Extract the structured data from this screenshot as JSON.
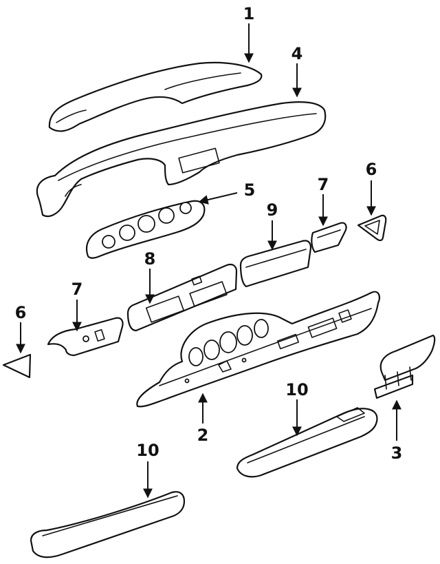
{
  "callouts": [
    {
      "id": "c1",
      "label": "1"
    },
    {
      "id": "c4",
      "label": "4"
    },
    {
      "id": "c5",
      "label": "5"
    },
    {
      "id": "c6r",
      "label": "6"
    },
    {
      "id": "c7r",
      "label": "7"
    },
    {
      "id": "c9",
      "label": "9"
    },
    {
      "id": "c8",
      "label": "8"
    },
    {
      "id": "c7l",
      "label": "7"
    },
    {
      "id": "c6l",
      "label": "6"
    },
    {
      "id": "c10r",
      "label": "10"
    },
    {
      "id": "c2",
      "label": "2"
    },
    {
      "id": "c3",
      "label": "3"
    },
    {
      "id": "c10l",
      "label": "10"
    }
  ],
  "colors": {
    "line": "#111111",
    "background": "#ffffff"
  }
}
